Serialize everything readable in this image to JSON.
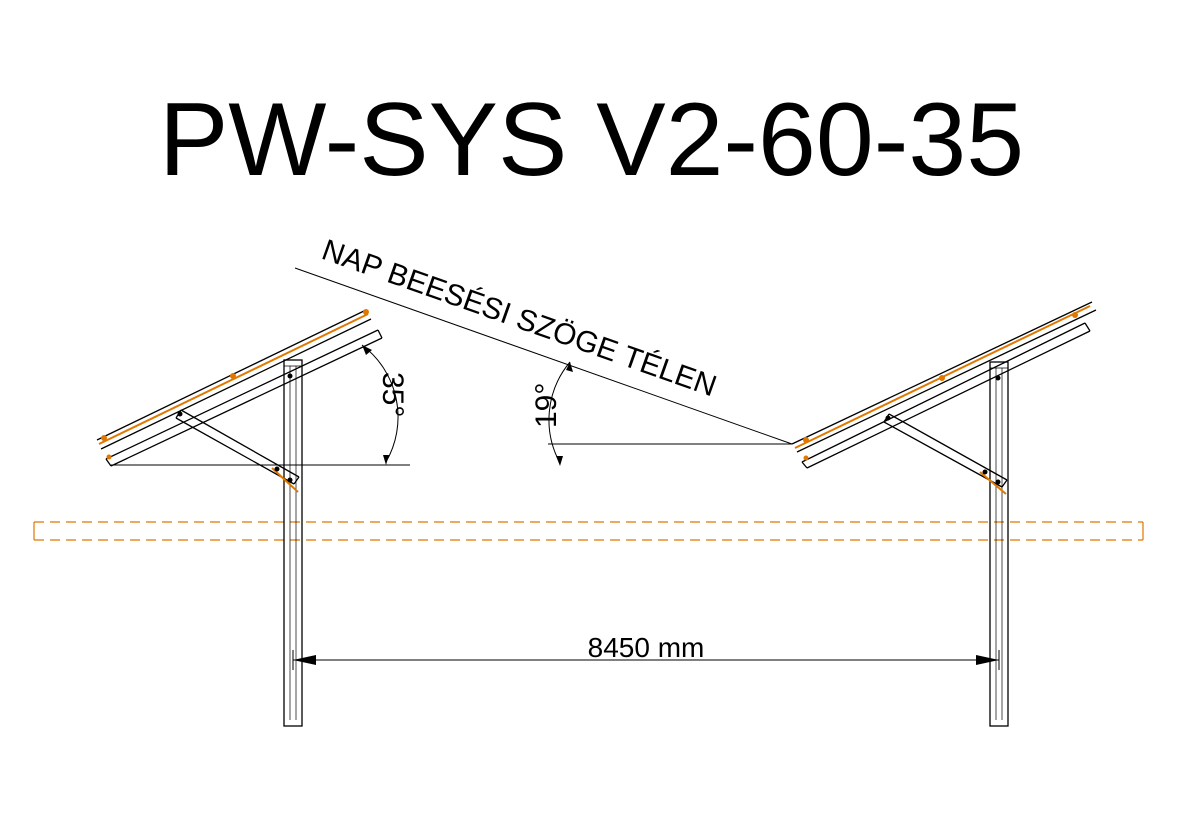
{
  "title": "PW-SYS V2-60-35",
  "sun_angle_label": "NAP BEESÉSI SZÖGE TÉLEN",
  "panel_tilt_label": "35°",
  "sun_angle_value": "19°",
  "spacing_label": "8450 mm",
  "colors": {
    "line": "#000000",
    "accent": "#e07800",
    "background": "#ffffff"
  }
}
